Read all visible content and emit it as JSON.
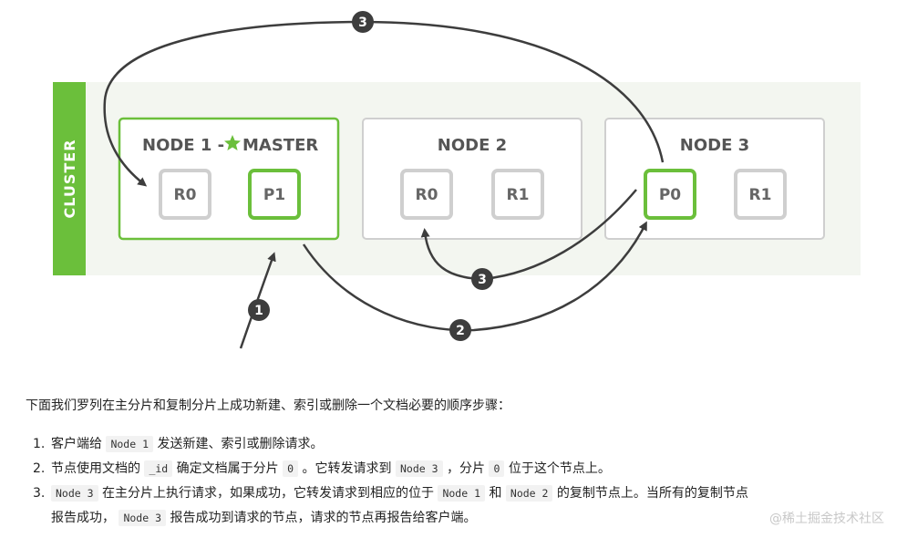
{
  "diagram": {
    "cluster_label": "CLUSTER",
    "nodes": [
      {
        "title": "NODE 1 - ",
        "master_label": "MASTER",
        "shards": [
          "R0",
          "P1"
        ]
      },
      {
        "title": "NODE 2",
        "shards": [
          "R0",
          "R1"
        ]
      },
      {
        "title": "NODE 3",
        "shards": [
          "P0",
          "R1"
        ]
      }
    ],
    "steps": [
      "1",
      "2",
      "3",
      "3"
    ],
    "colors": {
      "green": "#6bbf3b",
      "gray": "#cfcfcf",
      "arrow": "#3d3d3d"
    }
  },
  "text": {
    "intro": "下面我们罗列在主分片和复制分片上成功新建、索引或删除一个文档必要的顺序步骤：",
    "steps": [
      {
        "num": "1.",
        "parts": [
          "客户端给 ",
          "Node 1",
          " 发送新建、索引或删除请求。"
        ]
      },
      {
        "num": "2.",
        "parts": [
          "节点使用文档的 ",
          "_id",
          " 确定文档属于分片 ",
          "0",
          " 。它转发请求到 ",
          "Node 3",
          " ，分片 ",
          "0",
          " 位于这个节点上。"
        ]
      },
      {
        "num": "3.",
        "parts": [
          "Node 3",
          " 在主分片上执行请求，如果成功，它转发请求到相应的位于 ",
          "Node 1",
          " 和 ",
          "Node 2",
          " 的复制节点上。当所有的复制节点",
          "报告成功， ",
          "Node 3",
          " 报告成功到请求的节点，请求的节点再报告给客户端。"
        ]
      }
    ],
    "watermark": "@稀土掘金技术社区"
  }
}
